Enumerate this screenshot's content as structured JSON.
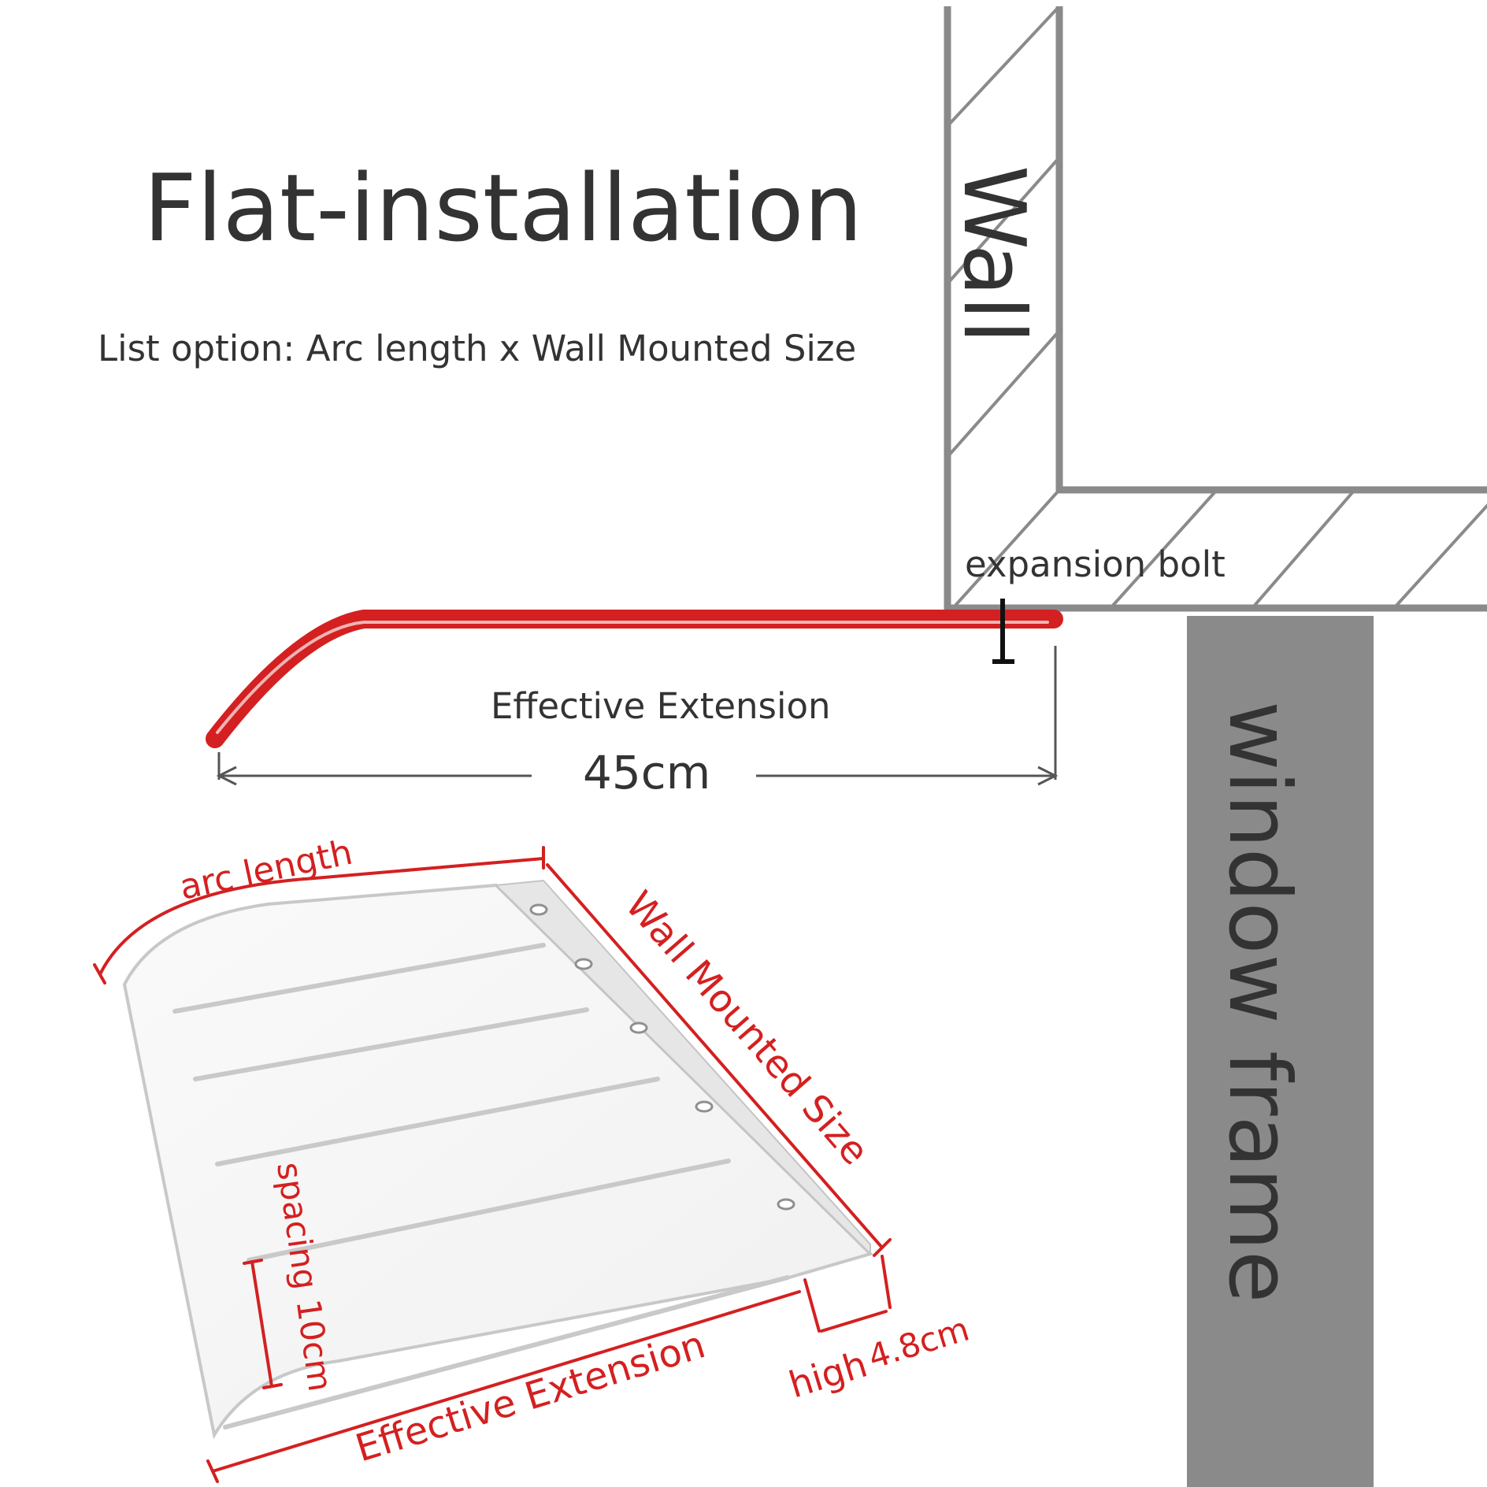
{
  "title": "Flat-installation",
  "subtitle": "List option: Arc length x Wall Mounted Size",
  "labels": {
    "wall": "Wall",
    "window_frame": "window frame",
    "expansion_bolt": "expansion bolt",
    "effective_extension": "Effective Extension",
    "extension_value": "45cm",
    "arc_length": "arc length",
    "wall_mounted_size": "Wall Mounted Size",
    "spacing": "spacing 10cm",
    "effective_extension_bottom": "Effective Extension",
    "high": "high",
    "high_value": "4.8cm"
  },
  "colors": {
    "text": "#333333",
    "accent_red": "#d42020",
    "wall_line": "#8a8a8a",
    "window_frame": "#8a8a8a",
    "panel_edge": "#c8c8c8"
  }
}
